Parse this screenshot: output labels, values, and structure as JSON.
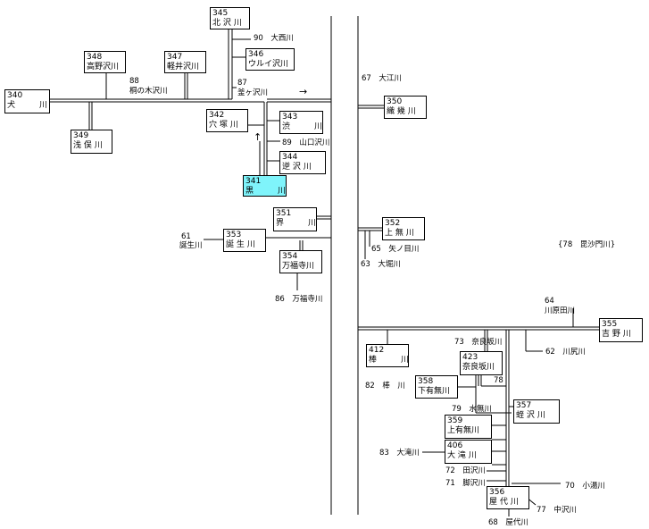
{
  "stations": {
    "s340": {
      "num": "340",
      "name": "犬　　川"
    },
    "s345": {
      "num": "345",
      "name": "北 沢 川"
    },
    "s346": {
      "num": "346",
      "name": "ウルイ沢川"
    },
    "s347": {
      "num": "347",
      "name": "軽井沢川"
    },
    "s348": {
      "num": "348",
      "name": "高野沢川"
    },
    "s349": {
      "num": "349",
      "name": "浅 俣 川"
    },
    "s342": {
      "num": "342",
      "name": "穴 塚 川"
    },
    "s343": {
      "num": "343",
      "name": "渋　　川"
    },
    "s344": {
      "num": "344",
      "name": "逆 沢 川"
    },
    "s341": {
      "num": "341",
      "name": "黒　　川"
    },
    "s351": {
      "num": "351",
      "name": "界　　川"
    },
    "s353": {
      "num": "353",
      "name": "誕 生 川"
    },
    "s354": {
      "num": "354",
      "name": "万福寺川"
    },
    "s350": {
      "num": "350",
      "name": "織 幾 川"
    },
    "s352": {
      "num": "352",
      "name": "上 無 川"
    },
    "s355": {
      "num": "355",
      "name": "吉 野 川"
    },
    "s412": {
      "num": "412",
      "name": "棒　　川"
    },
    "s423": {
      "num": "423",
      "name": "奈良坂川"
    },
    "s358": {
      "num": "358",
      "name": "下有無川"
    },
    "s357": {
      "num": "357",
      "name": "蛭 沢 川"
    },
    "s359": {
      "num": "359",
      "name": "上有無川"
    },
    "s406": {
      "num": "406",
      "name": "大 滝 川"
    },
    "s356": {
      "num": "356",
      "name": "屋 代 川"
    }
  },
  "labels": {
    "l90": "90　大西川",
    "l87": "87",
    "l87name": "釜ヶ沢川",
    "l88": "88",
    "l88name": "桐の木沢川",
    "l89": "89　山口沢川",
    "l61": "61",
    "l61name": "誕生川",
    "l86": "86　万福寺川",
    "l67": "67　大江川",
    "l65": "65　矢ノ目川",
    "l63": "63　大堀川",
    "l78a": "{78　毘沙門川}",
    "l64": "64",
    "l64name": "川原田川",
    "l62": "62　川尻川",
    "l73": "73　奈良坂川",
    "l78b": "78",
    "l82": "82　棒　川",
    "l79": "79　水無川",
    "l83": "83　大滝川",
    "l72": "72　田沢川",
    "l71": "71　脚沢川",
    "l70": "70　小湯川",
    "l77": "77　中沢川",
    "l68": "68　屋代川"
  },
  "colors": {
    "highlight": "#7ff4fb",
    "line": "#000000"
  },
  "icons": {
    "flow_right": "arrow-right-icon",
    "flow_up": "arrow-up-icon"
  }
}
